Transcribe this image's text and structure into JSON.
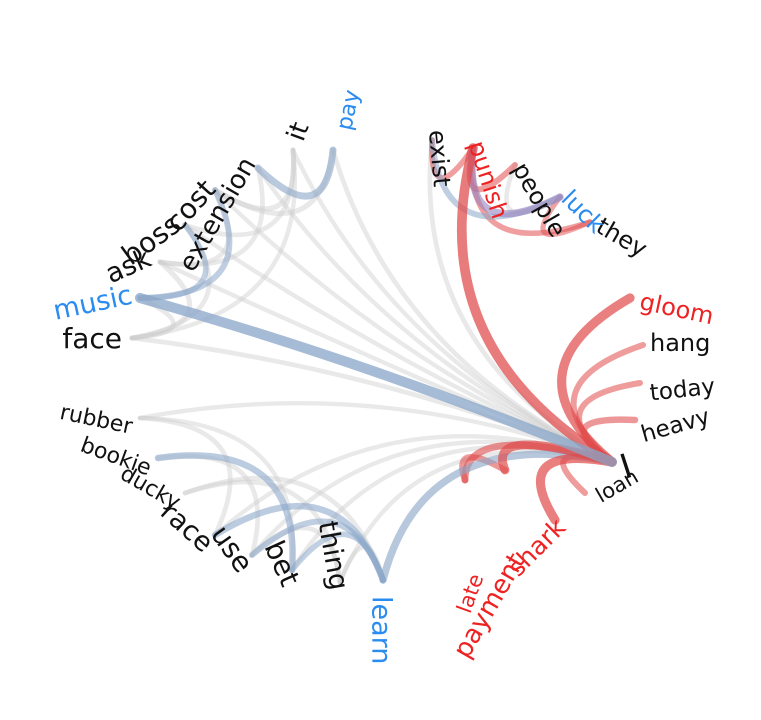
{
  "colors": {
    "blue_text": "#2b8cf0",
    "red_text": "#ee2222",
    "black_text": "#111111",
    "blue_edge": "#8aa6c8",
    "red_edge": "#e04a4a",
    "gray_edge": "#cfcfcf",
    "purple_edge": "#9a86c0"
  },
  "diagram": {
    "type": "hierarchical edge bundling",
    "words": [
      {
        "id": "pay",
        "label": "pay",
        "color": "blue"
      },
      {
        "id": "it",
        "label": "it",
        "color": "black"
      },
      {
        "id": "extension",
        "label": "extension",
        "color": "black"
      },
      {
        "id": "cost",
        "label": "cost",
        "color": "black"
      },
      {
        "id": "boss",
        "label": "boss",
        "color": "black"
      },
      {
        "id": "ask",
        "label": "ask",
        "color": "black"
      },
      {
        "id": "music",
        "label": "music",
        "color": "blue"
      },
      {
        "id": "face",
        "label": "face",
        "color": "black"
      },
      {
        "id": "rubber",
        "label": "rubber",
        "color": "black"
      },
      {
        "id": "bookie",
        "label": "bookie",
        "color": "black"
      },
      {
        "id": "ducky",
        "label": "ducky",
        "color": "black"
      },
      {
        "id": "race",
        "label": "race",
        "color": "black"
      },
      {
        "id": "use",
        "label": "use",
        "color": "black"
      },
      {
        "id": "bet",
        "label": "bet",
        "color": "black"
      },
      {
        "id": "thing",
        "label": "thing",
        "color": "black"
      },
      {
        "id": "learn",
        "label": "learn",
        "color": "blue"
      },
      {
        "id": "late",
        "label": "late",
        "color": "red"
      },
      {
        "id": "payment",
        "label": "payment",
        "color": "red"
      },
      {
        "id": "shark",
        "label": "shark",
        "color": "red"
      },
      {
        "id": "loan",
        "label": "loan",
        "color": "black"
      },
      {
        "id": "I",
        "label": "I",
        "color": "black"
      },
      {
        "id": "heavy",
        "label": "heavy",
        "color": "black"
      },
      {
        "id": "today",
        "label": "today",
        "color": "black"
      },
      {
        "id": "hang",
        "label": "hang",
        "color": "black"
      },
      {
        "id": "gloom",
        "label": "gloom",
        "color": "red"
      },
      {
        "id": "they",
        "label": "they",
        "color": "black"
      },
      {
        "id": "luck",
        "label": "luck",
        "color": "blue"
      },
      {
        "id": "people",
        "label": "people",
        "color": "black"
      },
      {
        "id": "punish",
        "label": "punish",
        "color": "red"
      },
      {
        "id": "exist",
        "label": "exist",
        "color": "black"
      }
    ],
    "edges": [
      {
        "source": "pay",
        "target": "extension",
        "color": "blue",
        "weight": 0.55
      },
      {
        "source": "pay",
        "target": "cost",
        "color": "gray",
        "weight": 0.35
      },
      {
        "source": "it",
        "target": "cost",
        "color": "gray",
        "weight": 0.35
      },
      {
        "source": "it",
        "target": "boss",
        "color": "gray",
        "weight": 0.3
      },
      {
        "source": "extension",
        "target": "ask",
        "color": "gray",
        "weight": 0.3
      },
      {
        "source": "cost",
        "target": "music",
        "color": "blue",
        "weight": 0.45
      },
      {
        "source": "cost",
        "target": "ask",
        "color": "gray",
        "weight": 0.3
      },
      {
        "source": "boss",
        "target": "music",
        "color": "blue",
        "weight": 0.4
      },
      {
        "source": "boss",
        "target": "face",
        "color": "gray",
        "weight": 0.3
      },
      {
        "source": "ask",
        "target": "face",
        "color": "gray",
        "weight": 0.35
      },
      {
        "source": "music",
        "target": "face",
        "color": "gray",
        "weight": 0.3
      },
      {
        "source": "it",
        "target": "face",
        "color": "gray",
        "weight": 0.25
      },
      {
        "source": "music",
        "target": "I",
        "color": "blue",
        "weight": 0.9
      },
      {
        "source": "pay",
        "target": "I",
        "color": "gray",
        "weight": 0.3
      },
      {
        "source": "it",
        "target": "I",
        "color": "gray",
        "weight": 0.25
      },
      {
        "source": "extension",
        "target": "I",
        "color": "gray",
        "weight": 0.25
      },
      {
        "source": "cost",
        "target": "I",
        "color": "gray",
        "weight": 0.25
      },
      {
        "source": "boss",
        "target": "I",
        "color": "gray",
        "weight": 0.25
      },
      {
        "source": "ask",
        "target": "I",
        "color": "gray",
        "weight": 0.25
      },
      {
        "source": "face",
        "target": "I",
        "color": "gray",
        "weight": 0.3
      },
      {
        "source": "rubber",
        "target": "race",
        "color": "gray",
        "weight": 0.3
      },
      {
        "source": "rubber",
        "target": "bet",
        "color": "gray",
        "weight": 0.25
      },
      {
        "source": "bookie",
        "target": "bet",
        "color": "blue",
        "weight": 0.5
      },
      {
        "source": "bookie",
        "target": "use",
        "color": "gray",
        "weight": 0.3
      },
      {
        "source": "ducky",
        "target": "thing",
        "color": "gray",
        "weight": 0.3
      },
      {
        "source": "ducky",
        "target": "learn",
        "color": "gray",
        "weight": 0.3
      },
      {
        "source": "race",
        "target": "learn",
        "color": "blue",
        "weight": 0.5
      },
      {
        "source": "use",
        "target": "learn",
        "color": "blue",
        "weight": 0.45
      },
      {
        "source": "use",
        "target": "thing",
        "color": "gray",
        "weight": 0.3
      },
      {
        "source": "bet",
        "target": "learn",
        "color": "blue",
        "weight": 0.4
      },
      {
        "source": "thing",
        "target": "learn",
        "color": "gray",
        "weight": 0.3
      },
      {
        "source": "learn",
        "target": "I",
        "color": "blue",
        "weight": 0.6
      },
      {
        "source": "thing",
        "target": "I",
        "color": "gray",
        "weight": 0.25
      },
      {
        "source": "bet",
        "target": "I",
        "color": "gray",
        "weight": 0.25
      },
      {
        "source": "use",
        "target": "I",
        "color": "gray",
        "weight": 0.25
      },
      {
        "source": "race",
        "target": "I",
        "color": "gray",
        "weight": 0.25
      },
      {
        "source": "rubber",
        "target": "I",
        "color": "gray",
        "weight": 0.25
      },
      {
        "source": "late",
        "target": "I",
        "color": "red",
        "weight": 0.55
      },
      {
        "source": "payment",
        "target": "I",
        "color": "red",
        "weight": 0.75
      },
      {
        "source": "shark",
        "target": "I",
        "color": "red",
        "weight": 0.8
      },
      {
        "source": "loan",
        "target": "I",
        "color": "red",
        "weight": 0.45
      },
      {
        "source": "late",
        "target": "payment",
        "color": "red",
        "weight": 0.5
      },
      {
        "source": "heavy",
        "target": "I",
        "color": "red",
        "weight": 0.5
      },
      {
        "source": "today",
        "target": "I",
        "color": "red",
        "weight": 0.45
      },
      {
        "source": "hang",
        "target": "I",
        "color": "red",
        "weight": 0.45
      },
      {
        "source": "gloom",
        "target": "I",
        "color": "red",
        "weight": 0.8
      },
      {
        "source": "punish",
        "target": "I",
        "color": "red",
        "weight": 0.85
      },
      {
        "source": "exist",
        "target": "I",
        "color": "gray",
        "weight": 0.3
      },
      {
        "source": "exist",
        "target": "luck",
        "color": "blue",
        "weight": 0.45
      },
      {
        "source": "punish",
        "target": "luck",
        "color": "purple",
        "weight": 0.6
      },
      {
        "source": "people",
        "target": "punish",
        "color": "red",
        "weight": 0.45
      },
      {
        "source": "they",
        "target": "punish",
        "color": "red",
        "weight": 0.4
      },
      {
        "source": "luck",
        "target": "they",
        "color": "red",
        "weight": 0.35
      },
      {
        "source": "exist",
        "target": "punish",
        "color": "red",
        "weight": 0.4
      },
      {
        "source": "people",
        "target": "luck",
        "color": "gray",
        "weight": 0.3
      }
    ]
  }
}
